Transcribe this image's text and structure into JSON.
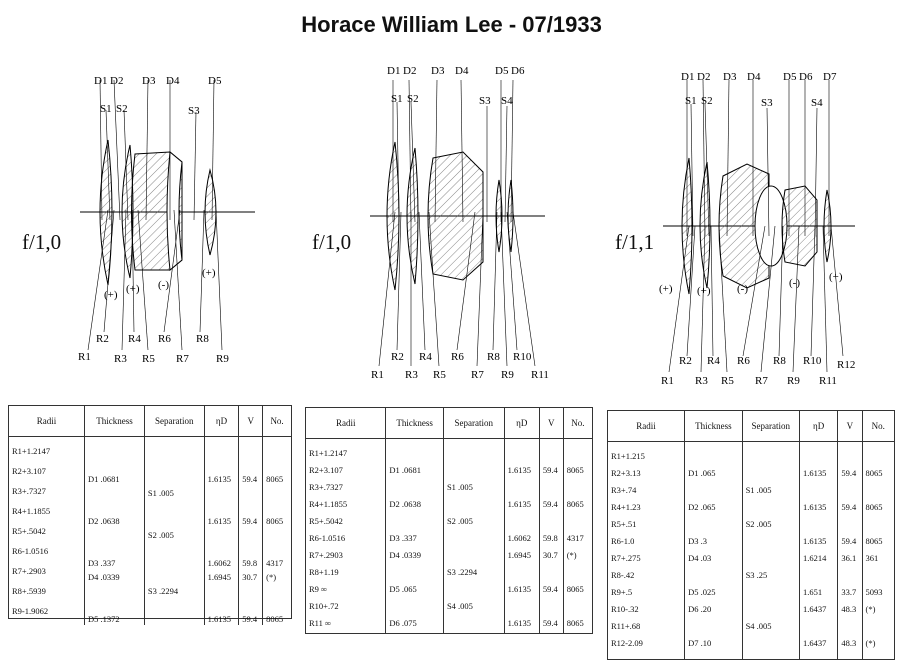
{
  "title": "Horace William Lee - 07/1933",
  "panels": [
    {
      "fnumber": "f/1,0",
      "d_labels": [
        "D1",
        "D2",
        "D3",
        "D4",
        "D5"
      ],
      "s_labels": [
        "S1",
        "S2",
        "S3"
      ],
      "r_labels": [
        "R1",
        "R2",
        "R3",
        "R4",
        "R5",
        "R6",
        "R7",
        "R8",
        "R9"
      ],
      "signs": [
        "(+)",
        "(+)",
        "(-)",
        "(+)"
      ],
      "table": {
        "headers": [
          "Radii",
          "Thickness",
          "Separation",
          "ηD",
          "V",
          "No."
        ],
        "radii": [
          "R1+1.2147",
          "R2+3.107",
          "R3+.7327",
          "R4+1.1855",
          "R5+.5042",
          "R6-1.0516",
          "R7+.2903",
          "R8+.5939",
          "R9-1.9062"
        ],
        "thickness": [
          "",
          "",
          "D1 .0681",
          "",
          "",
          "D2 .0638",
          "",
          "",
          "D3 .337",
          "D4 .0339",
          "",
          "",
          "D5 .1372"
        ],
        "separation": [
          "",
          "",
          "",
          "S1 .005",
          "",
          "",
          "S2 .005",
          "",
          "",
          "",
          "S3 .2294",
          "",
          ""
        ],
        "nd": [
          "",
          "",
          "1.6135",
          "",
          "",
          "1.6135",
          "",
          "",
          "1.6062",
          "1.6945",
          "",
          "",
          "1.6135"
        ],
        "v": [
          "",
          "",
          "59.4",
          "",
          "",
          "59.4",
          "",
          "",
          "59.8",
          "30.7",
          "",
          "",
          "59.4"
        ],
        "no": [
          "",
          "",
          "8065",
          "",
          "",
          "8065",
          "",
          "",
          "4317",
          "(*)",
          "",
          "",
          "8065"
        ]
      }
    },
    {
      "fnumber": "f/1,0",
      "d_labels": [
        "D1",
        "D2",
        "D3",
        "D4",
        "D5",
        "D6"
      ],
      "s_labels": [
        "S1",
        "S2",
        "S3",
        "S4"
      ],
      "r_labels": [
        "R1",
        "R2",
        "R3",
        "R4",
        "R5",
        "R6",
        "R7",
        "R8",
        "R9",
        "R10",
        "R11"
      ],
      "table": {
        "headers": [
          "Radii",
          "Thickness",
          "Separation",
          "ηD",
          "V",
          "No."
        ],
        "radii": [
          "R1+1.2147",
          "R2+3.107",
          "R3+.7327",
          "R4+1.1855",
          "R5+.5042",
          "R6-1.0516",
          "R7+.2903",
          "R8+1.19",
          "R9 ∞",
          "R10+.72",
          "R11 ∞"
        ],
        "thickness": [
          "",
          "D1 .0681",
          "",
          "D2 .0638",
          "",
          "D3 .337",
          "D4 .0339",
          "",
          "D5 .065",
          "",
          "D6 .075"
        ],
        "separation": [
          "",
          "",
          "S1 .005",
          "",
          "S2 .005",
          "",
          "",
          "S3 .2294",
          "",
          "S4 .005",
          ""
        ],
        "nd": [
          "",
          "1.6135",
          "",
          "1.6135",
          "",
          "1.6062",
          "1.6945",
          "",
          "1.6135",
          "",
          "1.6135"
        ],
        "v": [
          "",
          "59.4",
          "",
          "59.4",
          "",
          "59.8",
          "30.7",
          "",
          "59.4",
          "",
          "59.4"
        ],
        "no": [
          "",
          "8065",
          "",
          "8065",
          "",
          "4317",
          "(*)",
          "",
          "8065",
          "",
          "8065"
        ]
      }
    },
    {
      "fnumber": "f/1,1",
      "d_labels": [
        "D1",
        "D2",
        "D3",
        "D4",
        "D5",
        "D6",
        "D7"
      ],
      "s_labels": [
        "S1",
        "S2",
        "S3",
        "S4"
      ],
      "r_labels": [
        "R1",
        "R2",
        "R3",
        "R4",
        "R5",
        "R6",
        "R7",
        "R8",
        "R9",
        "R10",
        "R11",
        "R12"
      ],
      "signs": [
        "(+)",
        "(+)",
        "(-)",
        "(-)",
        "(+)"
      ],
      "table": {
        "headers": [
          "Radii",
          "Thickness",
          "Separation",
          "ηD",
          "V",
          "No."
        ],
        "radii": [
          "R1+1.215",
          "R2+3.13",
          "R3+.74",
          "R4+1.23",
          "R5+.51",
          "R6-1.0",
          "R7+.275",
          "R8-.42",
          "R9+.5",
          "R10-.32",
          "R11+.68",
          "R12-2.09"
        ],
        "thickness": [
          "",
          "D1 .065",
          "",
          "D2 .065",
          "",
          "D3 .3",
          "D4 .03",
          "",
          "D5 .025",
          "D6 .20",
          "",
          "D7 .10"
        ],
        "separation": [
          "",
          "",
          "S1 .005",
          "",
          "S2 .005",
          "",
          "",
          "S3 .25",
          "",
          "",
          "S4 .005",
          ""
        ],
        "nd": [
          "",
          "1.6135",
          "",
          "1.6135",
          "",
          "1.6135",
          "1.6214",
          "",
          "1.651",
          "1.6437",
          "",
          "1.6437"
        ],
        "v": [
          "",
          "59.4",
          "",
          "59.4",
          "",
          "59.4",
          "36.1",
          "",
          "33.7",
          "48.3",
          "",
          "48.3"
        ],
        "no": [
          "",
          "8065",
          "",
          "8065",
          "",
          "8065",
          "361",
          "",
          "5093",
          "(*)",
          "",
          "(*)"
        ]
      }
    }
  ]
}
